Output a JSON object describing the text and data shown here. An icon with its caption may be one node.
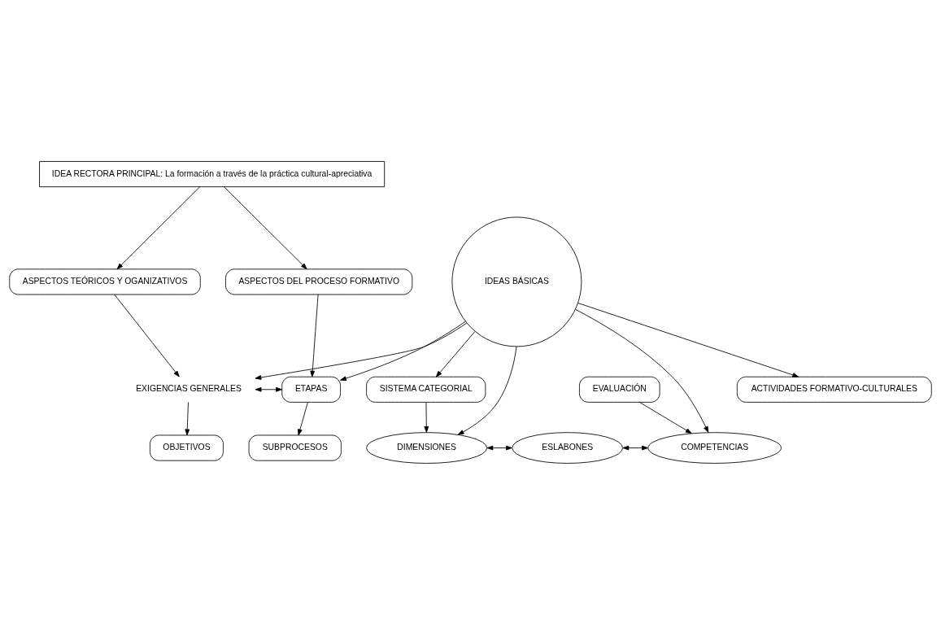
{
  "diagram": {
    "nodes": [
      {
        "text": [
          "IDEA RECTORA PRINCIPAL: La formación a través de la práctica cultural-apreciativa"
        ]
      },
      {
        "text": [
          "ASPECTOS TEÓRICOS Y OGANIZATIVOS"
        ]
      },
      {
        "text": [
          "ASPECTOS DEL PROCESO FORMATIVO"
        ]
      },
      {
        "text": [
          "EXIGENCIAS GENERALES"
        ]
      },
      {
        "text": [
          "ETAPAS"
        ]
      },
      {
        "text": [
          "SUBPROCESOS"
        ]
      },
      {
        "text": [
          "OBJETIVOS"
        ]
      },
      {
        "text": [
          "IDEAS BÁSICAS"
        ]
      },
      {
        "text": [
          "ACTIVIDADES FORMATIVO-CULTURALES"
        ]
      },
      {
        "text": [
          "SISTEMA CATEGORIAL"
        ]
      },
      {
        "text": [
          "EVALUACIÓN"
        ]
      },
      {
        "text": [
          "DIMENSIONES"
        ]
      },
      {
        "text": [
          "ESLABONES"
        ]
      },
      {
        "text": [
          "COMPETENCIAS"
        ]
      }
    ],
    "edges": [
      {
        "from": 0,
        "to": 1,
        "arrow": "to"
      },
      {
        "from": 0,
        "to": 2,
        "arrow": "to"
      },
      {
        "from": 1,
        "to": 3,
        "arrow": "to"
      },
      {
        "from": 2,
        "to": 4,
        "arrow": "to"
      },
      {
        "from": 3,
        "to": 4,
        "arrow": "both"
      },
      {
        "from": 4,
        "to": 5,
        "arrow": "to"
      },
      {
        "from": 3,
        "to": 6,
        "arrow": "to"
      },
      {
        "from": 7,
        "to": 3,
        "arrow": "to"
      },
      {
        "from": 7,
        "to": 4,
        "arrow": "to"
      },
      {
        "from": 7,
        "to": 8,
        "arrow": "to"
      },
      {
        "from": 7,
        "to": 9,
        "arrow": "to"
      },
      {
        "from": 9,
        "to": 11,
        "arrow": "to"
      },
      {
        "from": 7,
        "to": 11,
        "arrow": "to"
      },
      {
        "from": 7,
        "to": 13,
        "arrow": "to"
      },
      {
        "from": 10,
        "to": 13,
        "arrow": "to"
      },
      {
        "from": 11,
        "to": 12,
        "arrow": "both"
      },
      {
        "from": 12,
        "to": 13,
        "arrow": "both"
      }
    ]
  }
}
